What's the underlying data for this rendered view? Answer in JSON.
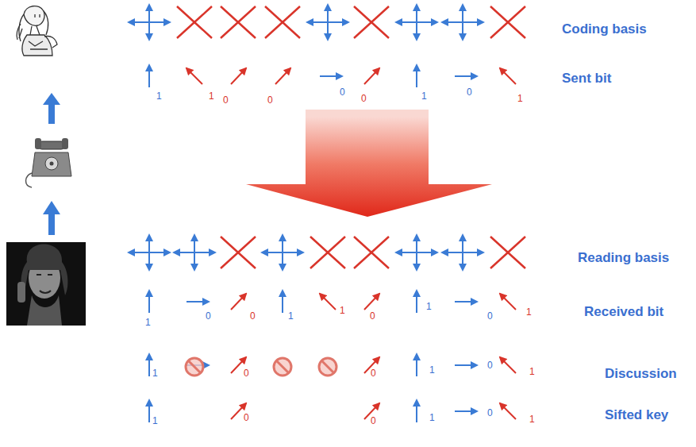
{
  "diagram": {
    "labels": [
      "Coding basis",
      "1",
      "1",
      "0",
      "0",
      "0",
      "0",
      "1",
      "0",
      "1",
      "Sent bit",
      "Reading basis",
      "1",
      "0",
      "0",
      "1",
      "1",
      "0",
      "1",
      "0",
      "1",
      "Received bit",
      "1",
      "0",
      "0",
      "1",
      "0",
      "1",
      "Discussion",
      "1",
      "0",
      "0",
      "1",
      "0",
      "1",
      "Sifted key"
    ]
  }
}
